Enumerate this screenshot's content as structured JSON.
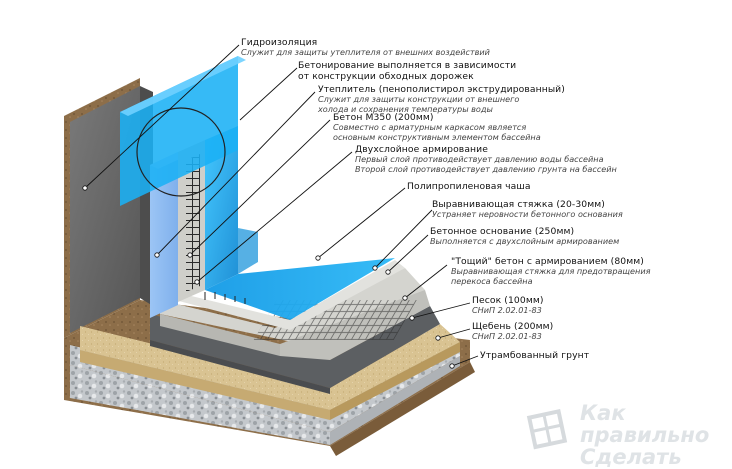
{
  "labels": [
    {
      "title": "Гидроизоляция",
      "sub": [
        "Служит для защиты утеплителя от внешних воздействий"
      ]
    },
    {
      "title": "Бетонирование выполняется в зависимости",
      "title2": "от конструкции обходных дорожек",
      "sub": []
    },
    {
      "title": "Утеплитель (пенополистирол экструдированный)",
      "sub": [
        "Служит для защиты конструкции от внешнего",
        "холода и сохранения температуры воды"
      ]
    },
    {
      "title": "Бетон М350 (200мм)",
      "sub": [
        "Совместно с арматурным каркасом является",
        "основным конструктивным элементом бассейна"
      ]
    },
    {
      "title": "Двухслойное армирование",
      "sub": [
        "Первый слой противодействует давлению воды бассейна",
        "Второй слой противодействует давлению грунта на бассейн"
      ]
    },
    {
      "title": "Полипропиленовая чаша",
      "sub": []
    },
    {
      "title": "Выравнивающая стяжка (20-30мм)",
      "sub": [
        "Устраняет неровности бетонного основания"
      ]
    },
    {
      "title": "Бетонное основание (250мм)",
      "sub": [
        "Выполняется с двухслойным армированием"
      ]
    },
    {
      "title": "\"Тощий\" бетон с армированием (80мм)",
      "sub": [
        "Выравнивающая стяжка для предотвращения",
        "перекоса бассейна"
      ]
    },
    {
      "title": "Песок (100мм)",
      "sub": [
        "СНиП 2.02.01-83"
      ]
    },
    {
      "title": "Щебень (200мм)",
      "sub": [
        "СНиП 2.02.01-83"
      ]
    },
    {
      "title": "Утрамбованный грунт",
      "sub": []
    }
  ],
  "watermark": {
    "line1": "Как правильно",
    "line2": "Сделать"
  },
  "colors": {
    "water": "#1aa6ec",
    "insulation": "#8fbcf2",
    "concrete": "#c9c9c4",
    "sand": "#d7c08f",
    "gravel": "#bfc3c7",
    "soil": "#8a6c48",
    "wall": "#6c6c6c"
  }
}
